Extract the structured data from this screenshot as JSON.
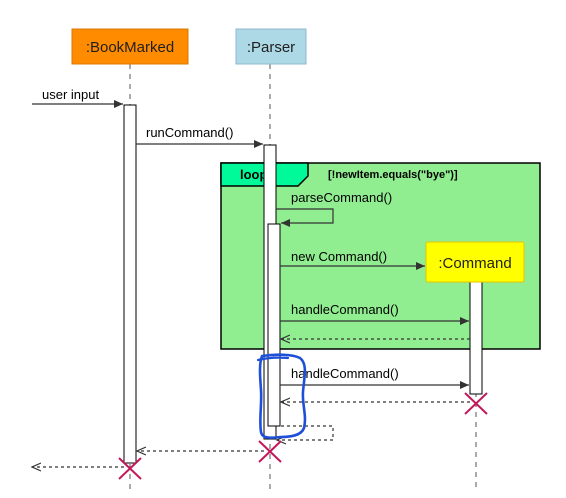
{
  "participants": [
    {
      "name": ":BookMarked",
      "fill": "#FF8C00"
    },
    {
      "name": ":Parser",
      "fill": "#ADD8E6"
    },
    {
      "name": ":Command",
      "fill": "#FFFF00"
    }
  ],
  "loop": {
    "keyword": "loop",
    "guard": "[!newItem.equals(\"bye\")]",
    "fill": "#90EE90",
    "header_fill": "#00FA9A"
  },
  "messages": {
    "user_input": "user input",
    "run_command": "runCommand()",
    "parse_command": "parseCommand()",
    "new_command": "new Command()",
    "handle_command_1": "handleCommand()",
    "handle_command_2": "handleCommand()"
  },
  "annotation": {
    "color": "#1E4FD8"
  },
  "destroy_color": "#C2185B"
}
